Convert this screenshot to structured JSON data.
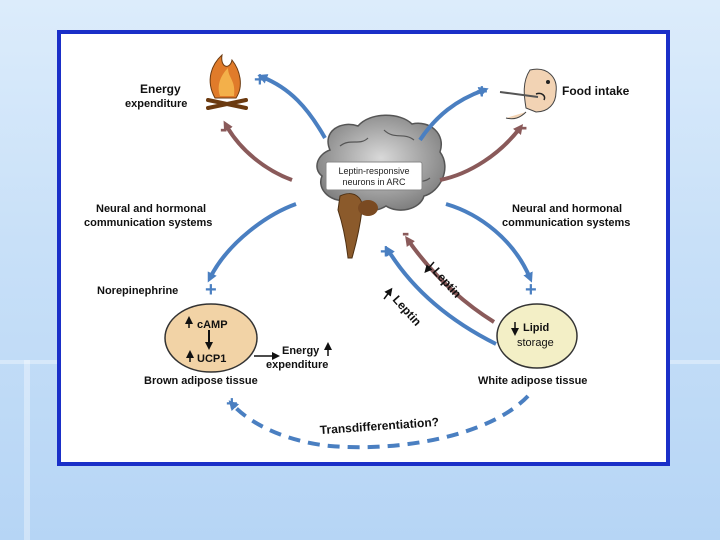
{
  "labels": {
    "energy_expenditure_top_1": "Energy",
    "energy_expenditure_top_2": "expenditure",
    "food_intake": "Food intake",
    "brain_1": "Leptin-responsive",
    "brain_2": "neurons in ARC",
    "neural_left_1": "Neural and hormonal",
    "neural_left_2": "communication systems",
    "neural_right_1": "Neural and hormonal",
    "neural_right_2": "communication systems",
    "norepinephrine": "Norepinephrine",
    "camp": "cAMP",
    "ucp1": "UCP1",
    "energy_expenditure_mid_1": "Energy",
    "energy_expenditure_mid_2": "expenditure",
    "lipid": "Lipid",
    "storage": "storage",
    "brown_adipose": "Brown adipose tissue",
    "white_adipose": "White adipose tissue",
    "leptin_down": "Leptin",
    "leptin_up": "Leptin",
    "transdifferentiation": "Transdifferentiation?"
  },
  "signs": {
    "plus": "+",
    "minus": "-"
  },
  "colors": {
    "frame": "#1a2fc8",
    "blue_arrow": "#4a7fc1",
    "brown_arrow": "#8a5a5a",
    "brown_adipose_fill": "#f2d3a6",
    "white_adipose_fill": "#f3efc6"
  }
}
